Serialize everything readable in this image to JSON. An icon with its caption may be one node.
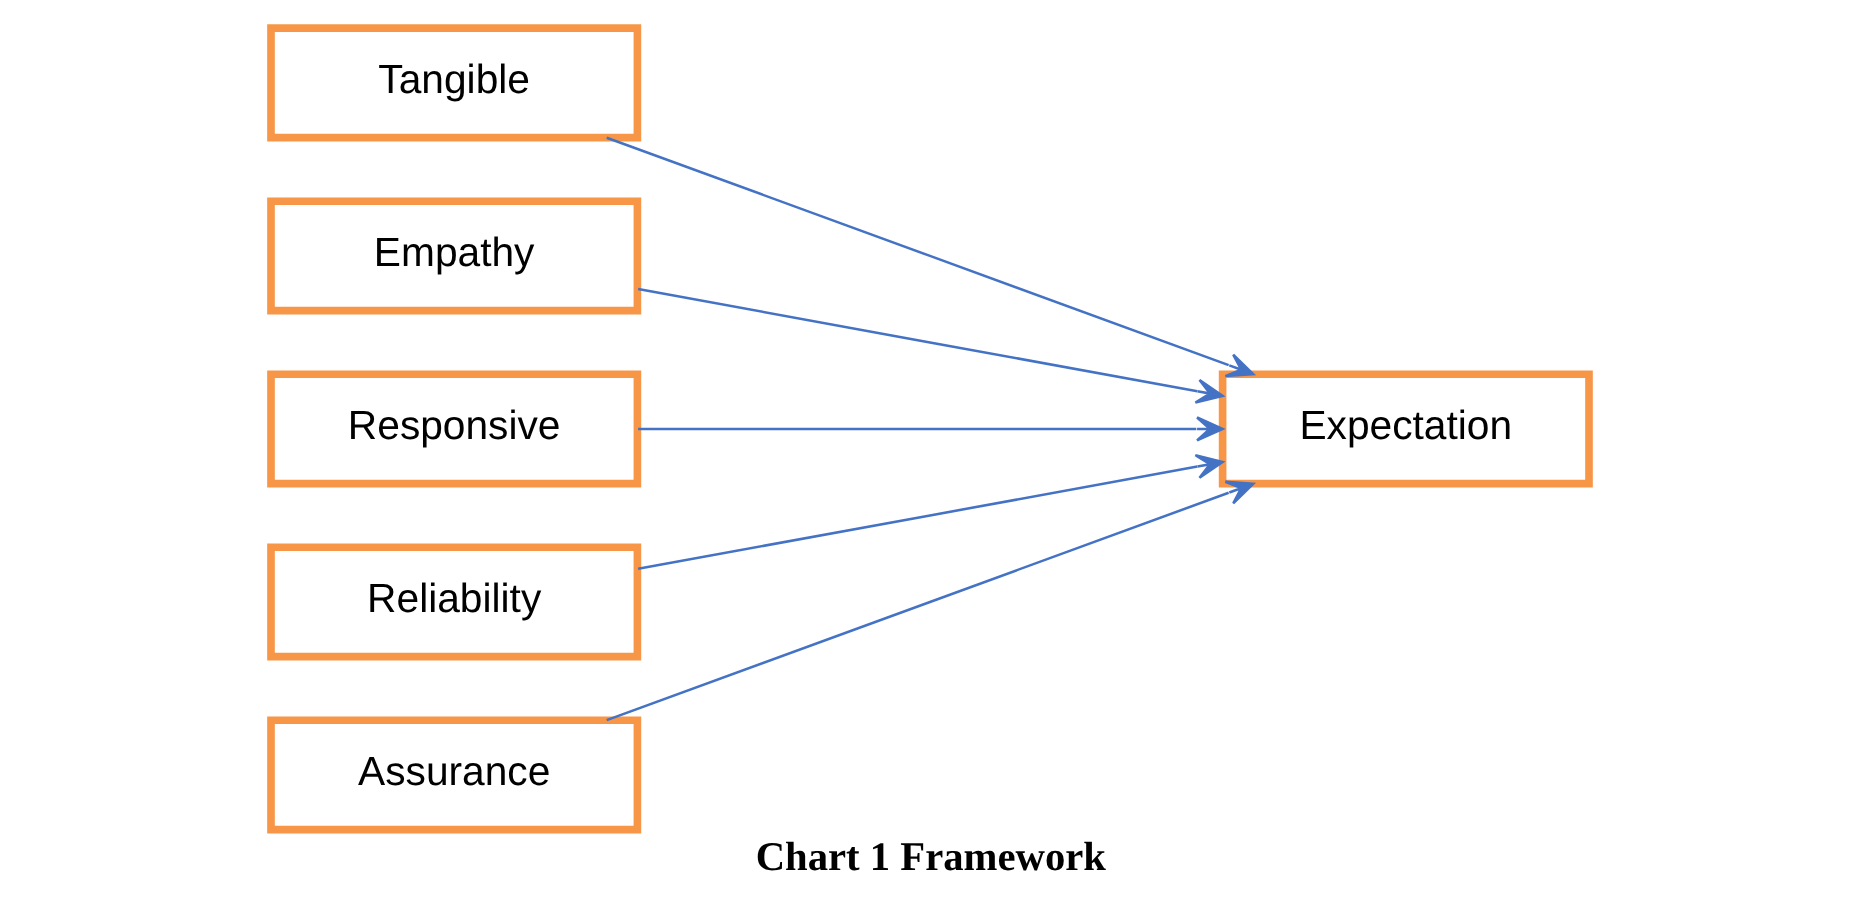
{
  "diagram": {
    "caption": "Chart 1 Framework",
    "nodes": [
      {
        "text": [
          "Tangible"
        ]
      },
      {
        "text": [
          "Empathy"
        ]
      },
      {
        "text": [
          "Responsive"
        ]
      },
      {
        "text": [
          "Reliability"
        ]
      },
      {
        "text": [
          "Assurance"
        ]
      },
      {
        "text": [
          "Expectation"
        ]
      }
    ],
    "edges": [
      {
        "from": 0,
        "to": 5,
        "arrow": "to"
      },
      {
        "from": 1,
        "to": 5,
        "arrow": "to"
      },
      {
        "from": 2,
        "to": 5,
        "arrow": "to"
      },
      {
        "from": 3,
        "to": 5,
        "arrow": "to"
      },
      {
        "from": 4,
        "to": 5,
        "arrow": "to"
      }
    ]
  }
}
